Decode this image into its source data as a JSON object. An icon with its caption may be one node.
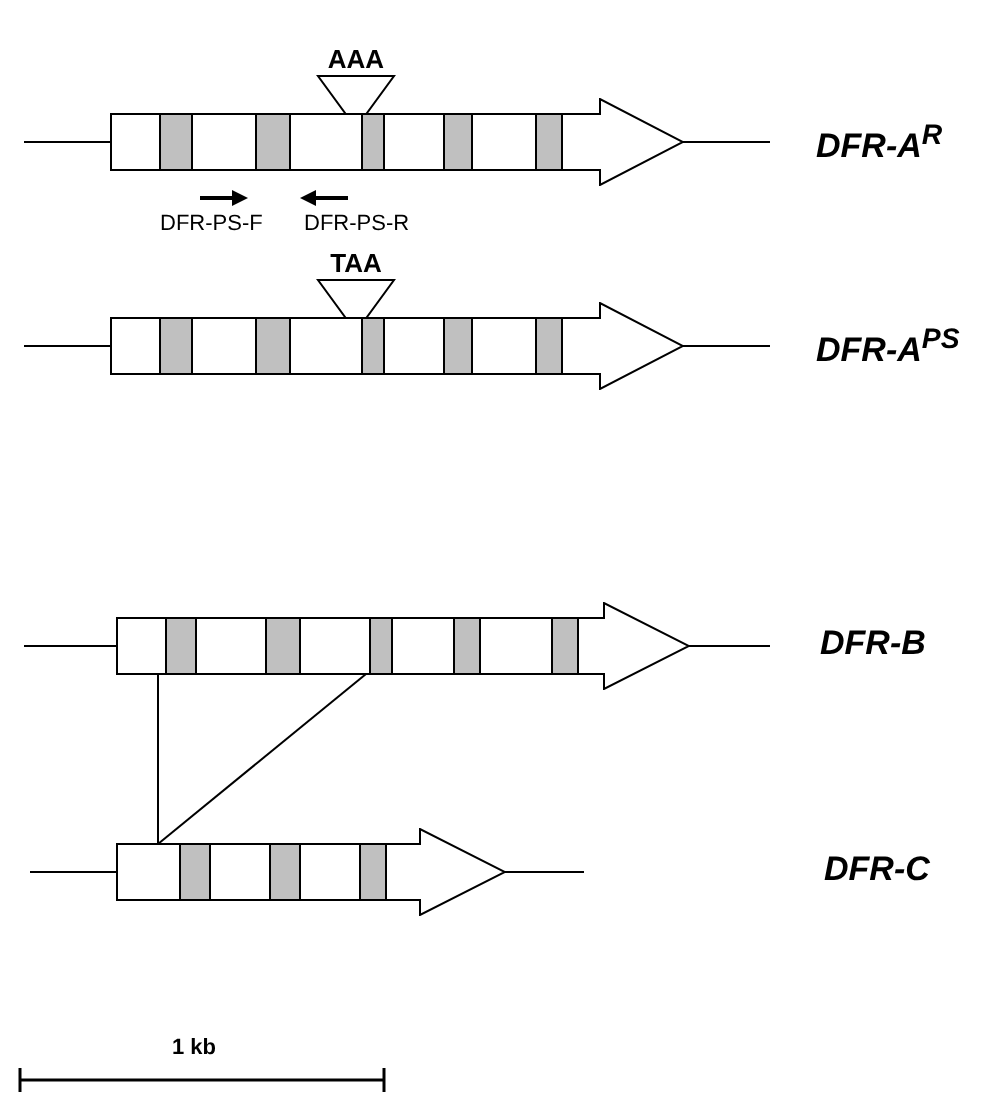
{
  "diagram": {
    "nodes": [
      {
        "text": [
          "AAA"
        ]
      },
      {
        "text": [],
        "shape": "arrow"
      },
      {
        "text": [
          "TAA"
        ]
      },
      {
        "text": [],
        "shape": "arrow"
      },
      {
        "text": [],
        "shape": "arrow"
      },
      {
        "text": [],
        "shape": "arrow"
      }
    ],
    "edges": [
      {
        "from": 4,
        "to": 5,
        "arrow": "none"
      },
      {
        "from": 4,
        "to": 5,
        "arrow": "none"
      }
    ],
    "labels": [
      "DFR-A$^{R}$",
      "DFR-PS-F",
      "DFR-PS-R",
      "DFR-A$^{PS}$",
      "DFR-B",
      "DFR-C",
      "1 kb"
    ]
  }
}
